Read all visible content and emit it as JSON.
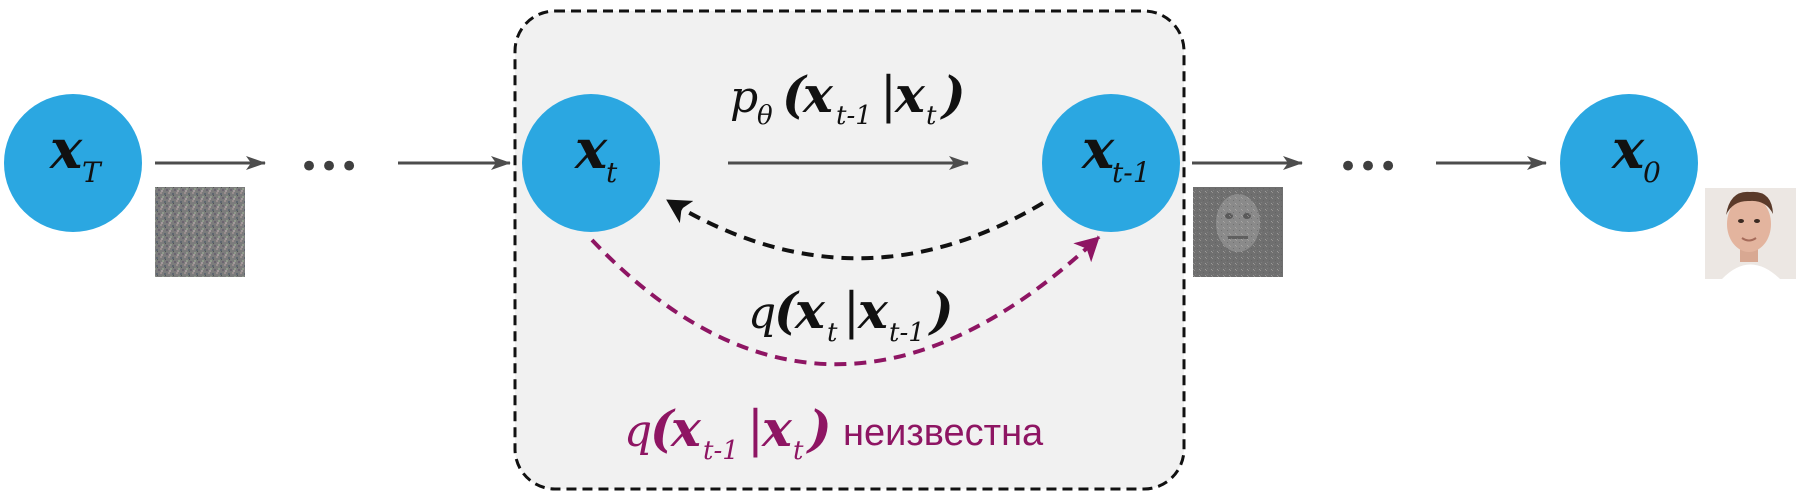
{
  "nodes": [
    {
      "id": "xT",
      "base": "x",
      "sub": "T"
    },
    {
      "id": "xt",
      "base": "x",
      "sub": "t"
    },
    {
      "id": "xt1",
      "base": "x",
      "sub": "t-1"
    },
    {
      "id": "x0",
      "base": "x",
      "sub": "0"
    }
  ],
  "ellipsis": "•••",
  "labels": {
    "p_theta": {
      "p": "p",
      "theta": "θ",
      "open": "(",
      "x1": "x",
      "sub1": "t-1",
      "bar": "|",
      "x2": "x",
      "sub2": "t",
      "close": ")"
    },
    "q_forward": {
      "q": "q",
      "open": "(",
      "x1": "x",
      "sub1": "t",
      "bar": "|",
      "x2": "x",
      "sub2": "t-1",
      "close": ")"
    },
    "q_unknown": {
      "q": "q",
      "open": "(",
      "x1": "x",
      "sub1": "t-1",
      "bar": "|",
      "x2": "x",
      "sub2": "t",
      "close": ")",
      "text": "неизвестна"
    }
  },
  "colors": {
    "node": "#2BA7E1",
    "accent": "#8E1563",
    "arrow": "#4D4D4D",
    "box_fill": "#F1F1F1"
  }
}
